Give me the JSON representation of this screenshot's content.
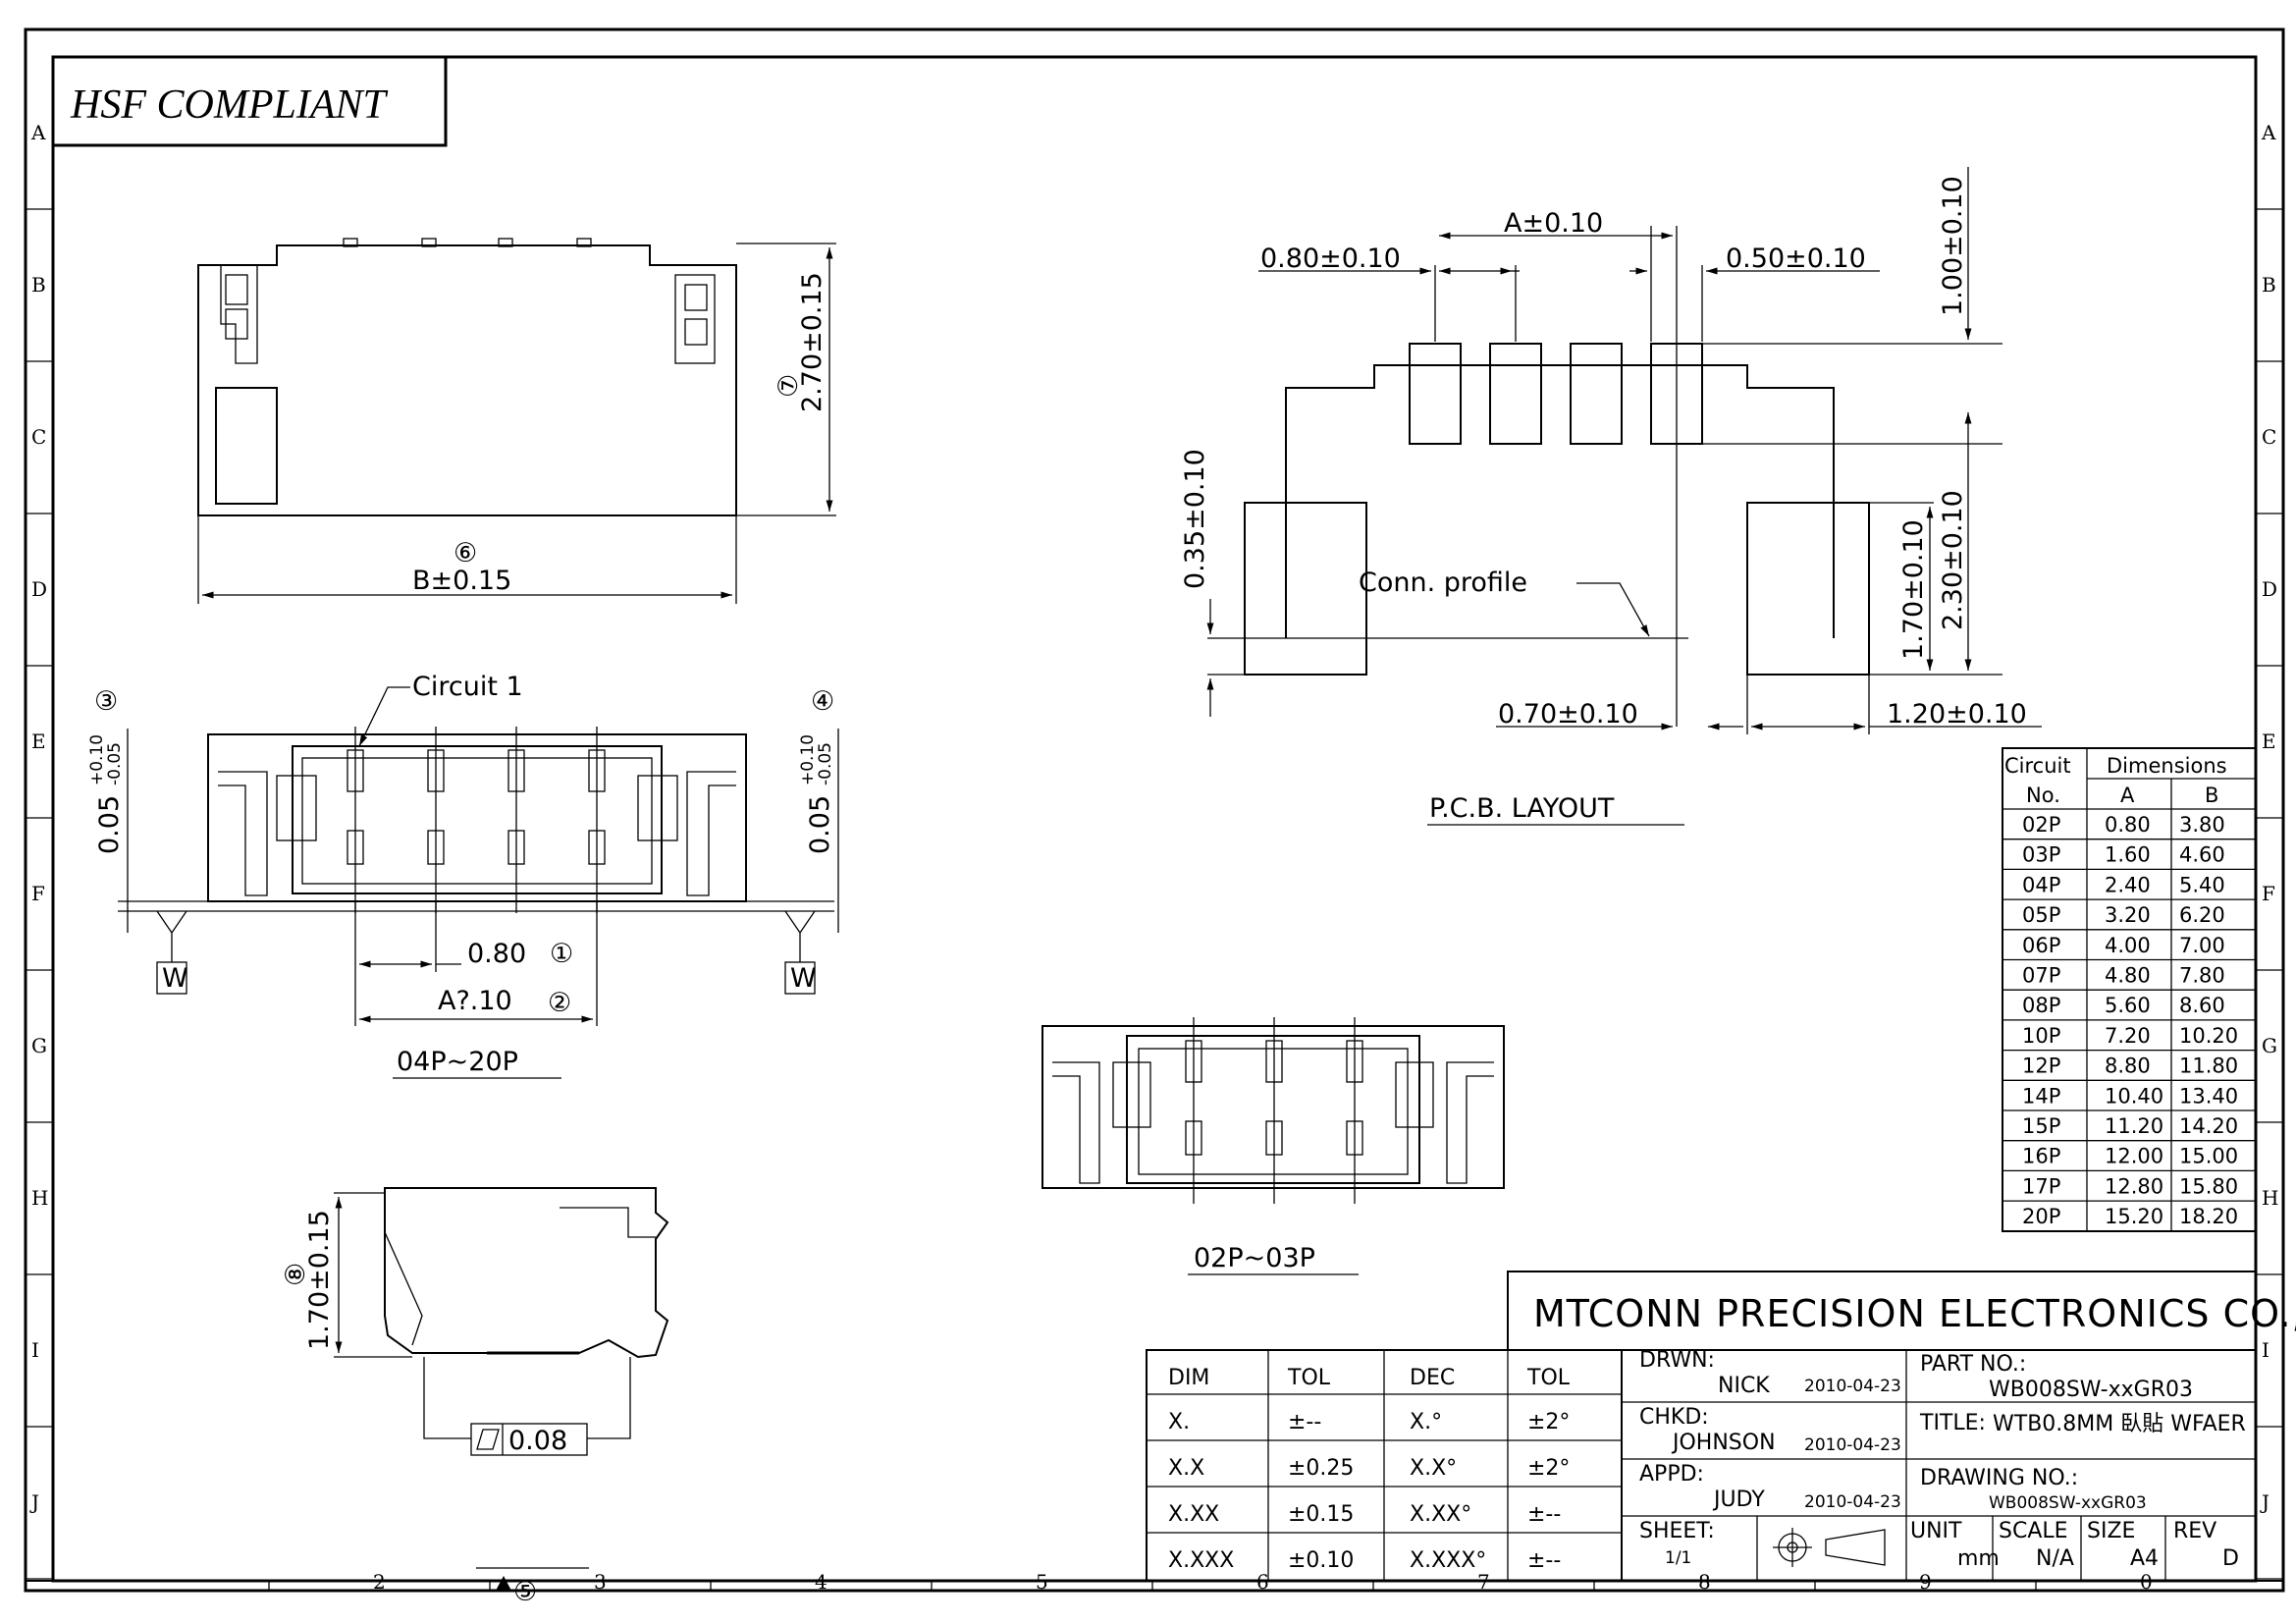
{
  "badge": "HSF COMPLIANT",
  "zones": {
    "rows": [
      "A",
      "B",
      "C",
      "D",
      "E",
      "F",
      "G",
      "H",
      "I",
      "J"
    ],
    "cols": [
      "2",
      "3",
      "4",
      "5",
      "6",
      "7",
      "8",
      "9",
      "0"
    ]
  },
  "top_view": {
    "dim_height": "2.70±0.15",
    "marker_height": "⑦",
    "dim_width": "B±0.15",
    "marker_width": "⑥"
  },
  "front_view": {
    "circuit_label": "Circuit 1",
    "marker_left": "③",
    "marker_right": "④",
    "flatness_left": "0.05",
    "flatness_right": "0.05",
    "tol_plus": "+0.10",
    "tol_minus": "-0.05",
    "datum_left": "W",
    "datum_right": "W",
    "pitch_dim": "0.80",
    "pitch_marker": "①",
    "span_dim": "A?.10",
    "span_marker": "②",
    "range_label": "04P~20P"
  },
  "small_view": {
    "range_label": "02P~03P"
  },
  "side_view": {
    "dim_height": "1.70±0.15",
    "marker_height": "⑧",
    "flatness": "0.08",
    "bottom_marker": "⑤"
  },
  "pcb_layout": {
    "title": "P.C.B. LAYOUT",
    "dim_a": "A±0.10",
    "dim_pitch": "0.80±0.10",
    "dim_pad_width": "0.50±0.10",
    "dim_pad_len": "1.00±0.10",
    "dim_035": "0.35±0.10",
    "dim_170": "1.70±0.10",
    "dim_230": "2.30±0.10",
    "dim_070": "0.70±0.10",
    "dim_120": "1.20±0.10",
    "conn_profile": "Conn. profile"
  },
  "dimensions_table": {
    "header_circuit": "Circuit",
    "header_no": "No.",
    "header_dimensions": "Dimensions",
    "col_a": "A",
    "col_b": "B",
    "rows": [
      {
        "no": "02P",
        "a": "0.80",
        "b": "3.80"
      },
      {
        "no": "03P",
        "a": "1.60",
        "b": "4.60"
      },
      {
        "no": "04P",
        "a": "2.40",
        "b": "5.40"
      },
      {
        "no": "05P",
        "a": "3.20",
        "b": "6.20"
      },
      {
        "no": "06P",
        "a": "4.00",
        "b": "7.00"
      },
      {
        "no": "07P",
        "a": "4.80",
        "b": "7.80"
      },
      {
        "no": "08P",
        "a": "5.60",
        "b": "8.60"
      },
      {
        "no": "10P",
        "a": "7.20",
        "b": "10.20"
      },
      {
        "no": "12P",
        "a": "8.80",
        "b": "11.80"
      },
      {
        "no": "14P",
        "a": "10.40",
        "b": "13.40"
      },
      {
        "no": "15P",
        "a": "11.20",
        "b": "14.20"
      },
      {
        "no": "16P",
        "a": "12.00",
        "b": "15.00"
      },
      {
        "no": "17P",
        "a": "12.80",
        "b": "15.80"
      },
      {
        "no": "20P",
        "a": "15.20",
        "b": "18.20"
      }
    ]
  },
  "tolerance_table": {
    "headers": [
      "DIM",
      "TOL",
      "DEC",
      "TOL"
    ],
    "rows": [
      [
        "X.",
        "±--",
        "X.°",
        "±2°"
      ],
      [
        "X.X",
        "±0.25",
        "X.X°",
        "±2°"
      ],
      [
        "X.XX",
        "±0.15",
        "X.XX°",
        "±--"
      ],
      [
        "X.XXX",
        "±0.10",
        "X.XXX°",
        "±--"
      ]
    ]
  },
  "title_block": {
    "company": "MTCONN PRECISION ELECTRONICS CO.,LTD",
    "drwn_label": "DRWN:",
    "drwn_name": "NICK",
    "drwn_date": "2010-04-23",
    "chkd_label": "CHKD:",
    "chkd_name": "JOHNSON",
    "chkd_date": "2010-04-23",
    "appd_label": "APPD:",
    "appd_name": "JUDY",
    "appd_date": "2010-04-23",
    "sheet_label": "SHEET:",
    "sheet_value": "1/1",
    "part_no_label": "PART NO.:",
    "part_no": "WB008SW-xxGR03",
    "title_label": "TITLE:",
    "title_value": "WTB0.8MM  臥貼  WFAER",
    "drawing_no_label": "DRAWING NO.:",
    "drawing_no": "WB008SW-xxGR03",
    "unit_label": "UNIT",
    "unit_value": "mm",
    "scale_label": "SCALE",
    "scale_value": "N/A",
    "size_label": "SIZE",
    "size_value": "A4",
    "rev_label": "REV",
    "rev_value": "D"
  }
}
